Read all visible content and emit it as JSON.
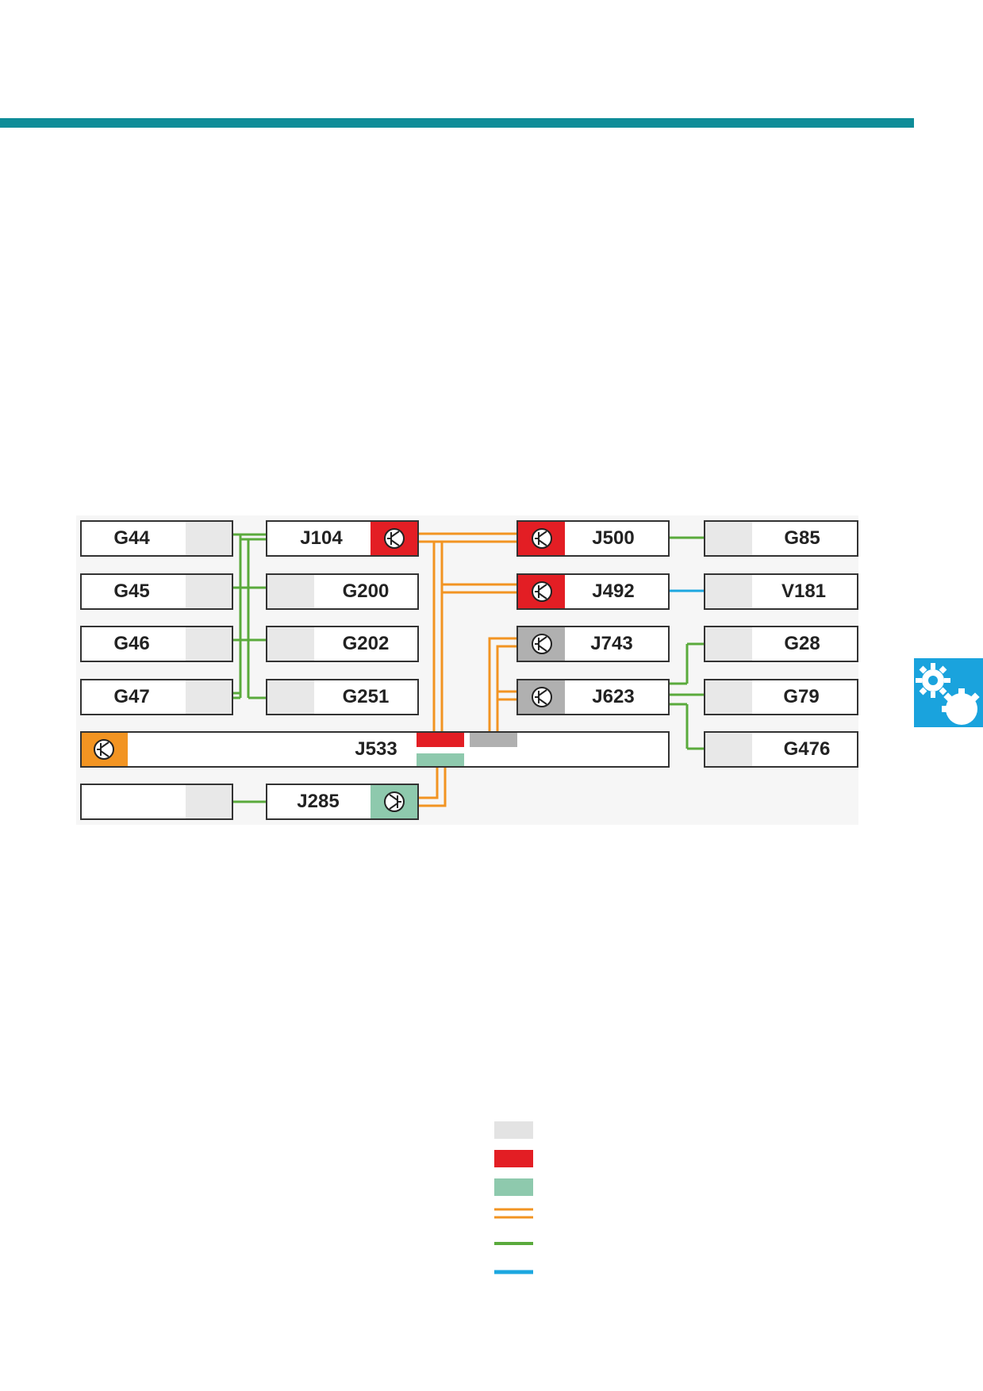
{
  "colors": {
    "accent_bar": "#0e8c98",
    "grey_block": "#e8e8e8",
    "red": "#e31e24",
    "green_block": "#8ec9ad",
    "dark_grey": "#b0b0b0",
    "orange": "#f29422",
    "green_line": "#5aaa3c",
    "blue_line": "#1ca7e0",
    "gear_tab": "#1aa3dd"
  },
  "diagram": {
    "left_column": [
      {
        "label": "G44"
      },
      {
        "label": "G45"
      },
      {
        "label": "G46"
      },
      {
        "label": "G47"
      },
      {
        "label": ""
      }
    ],
    "mid_column": [
      {
        "label": "J104",
        "icon": "transistor-icon",
        "block": "red"
      },
      {
        "label": "G200"
      },
      {
        "label": "G202"
      },
      {
        "label": "G251"
      },
      {
        "label": "J285",
        "icon": "transistor-icon",
        "block": "green"
      }
    ],
    "gateway": {
      "label": "J533",
      "icon": "transistor-icon",
      "block": "orange"
    },
    "right_mid_column": [
      {
        "label": "J500",
        "icon": "transistor-icon",
        "block": "red"
      },
      {
        "label": "J492",
        "icon": "transistor-icon",
        "block": "red"
      },
      {
        "label": "J743",
        "icon": "transistor-icon",
        "block": "dark-grey"
      },
      {
        "label": "J623",
        "icon": "transistor-icon",
        "block": "dark-grey"
      }
    ],
    "right_column": [
      {
        "label": "G85"
      },
      {
        "label": "V181"
      },
      {
        "label": "G28"
      },
      {
        "label": "G79"
      },
      {
        "label": "G476"
      }
    ]
  },
  "legend": [
    {
      "kind": "swatch",
      "color": "#e3e3e3",
      "icon": "grey-swatch-icon"
    },
    {
      "kind": "swatch",
      "color": "#e31e24",
      "icon": "red-swatch-icon"
    },
    {
      "kind": "swatch",
      "color": "#8ec9ad",
      "icon": "green-swatch-icon"
    },
    {
      "kind": "double-line",
      "color": "#f29422",
      "icon": "orange-double-line-icon"
    },
    {
      "kind": "line",
      "color": "#5aaa3c",
      "icon": "green-line-icon"
    },
    {
      "kind": "line",
      "color": "#1ca7e0",
      "icon": "blue-line-icon"
    }
  ],
  "side_tab": {
    "icon": "gears-icon",
    "color": "#1aa3dd"
  }
}
